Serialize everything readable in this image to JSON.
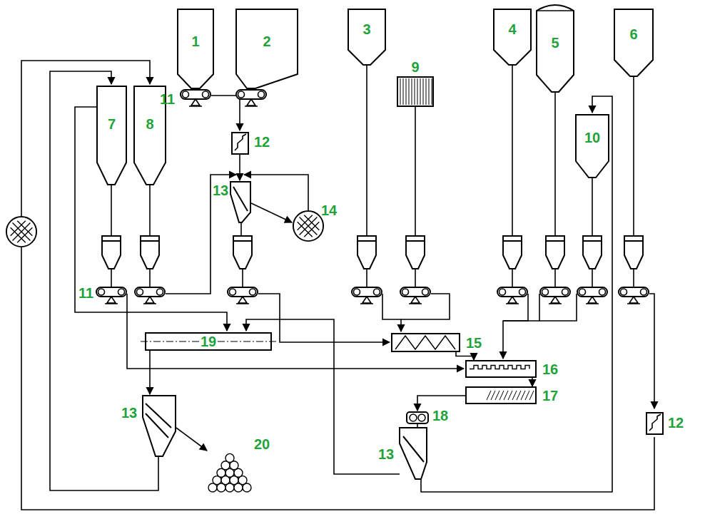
{
  "diagram": {
    "nodes": [
      {
        "text": [
          "1"
        ]
      },
      {
        "text": [
          "2"
        ]
      },
      {
        "text": [
          "3"
        ]
      },
      {
        "text": [
          "4"
        ]
      },
      {
        "text": [
          "5"
        ]
      },
      {
        "text": [
          "6"
        ]
      },
      {
        "text": [
          "7"
        ]
      },
      {
        "text": [
          "8"
        ]
      },
      {
        "text": [
          "9"
        ]
      },
      {
        "text": [
          "10"
        ]
      },
      {
        "text": [
          "15"
        ]
      },
      {
        "text": [
          "16"
        ]
      },
      {
        "text": [
          "17"
        ]
      },
      {
        "text": [
          "19"
        ]
      }
    ],
    "edges": [
      {
        "from": 10,
        "to": 11,
        "arrow": "to"
      },
      {
        "from": 11,
        "to": 12,
        "arrow": "to"
      }
    ],
    "labels": [
      "11",
      "11",
      "12",
      "12",
      "13",
      "13",
      "13",
      "14",
      "18",
      "20"
    ]
  }
}
